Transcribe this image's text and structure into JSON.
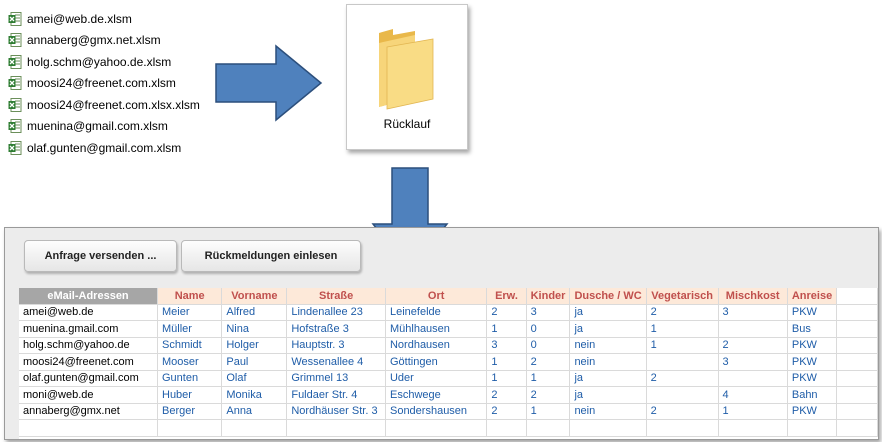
{
  "files": [
    "amei@web.de.xlsm",
    "annaberg@gmx.net.xlsm",
    "holg.schm@yahoo.de.xlsm",
    "moosi24@freenet.com.xlsm",
    "moosi24@freenet.com.xlsx.xlsm",
    "muenina@gmail.com.xlsm",
    "olaf.gunten@gmail.com.xlsm"
  ],
  "folder": {
    "label": "Rücklauf"
  },
  "buttons": {
    "send": "Anfrage versenden ...",
    "read": "Rückmeldungen einlesen"
  },
  "table": {
    "headers": [
      "eMail-Adressen",
      "Name",
      "Vorname",
      "Straße",
      "Ort",
      "Erw.",
      "Kinder",
      "Dusche / WC",
      "Vegetarisch",
      "Mischkost",
      "Anreise"
    ],
    "rows": [
      [
        "amei@web.de",
        "Meier",
        "Alfred",
        "Lindenallee 23",
        "Leinefelde",
        "2",
        "3",
        "ja",
        "2",
        "3",
        "PKW"
      ],
      [
        "muenina.gmail.com",
        "Müller",
        "Nina",
        "Hofstraße 3",
        "Mühlhausen",
        "1",
        "0",
        "ja",
        "1",
        "",
        "Bus"
      ],
      [
        "holg.schm@yahoo.de",
        "Schmidt",
        "Holger",
        "Hauptstr. 3",
        "Nordhausen",
        "3",
        "0",
        "nein",
        "1",
        "2",
        "PKW"
      ],
      [
        "moosi24@freenet.com",
        "Mooser",
        "Paul",
        "Wessenallee 4",
        "Göttingen",
        "1",
        "2",
        "nein",
        "",
        "3",
        "PKW"
      ],
      [
        "olaf.gunten@gmail.com",
        "Gunten",
        "Olaf",
        "Grimmel 13",
        "Uder",
        "1",
        "1",
        "ja",
        "2",
        "",
        "PKW"
      ],
      [
        "moni@web.de",
        "Huber",
        "Monika",
        "Fuldaer Str. 4",
        "Eschwege",
        "2",
        "2",
        "ja",
        "",
        "4",
        "Bahn"
      ],
      [
        "annaberg@gmx.net",
        "Berger",
        "Anna",
        "Nordhäuser Str. 3",
        "Sondershausen",
        "2",
        "1",
        "nein",
        "2",
        "1",
        "PKW"
      ]
    ]
  },
  "colors": {
    "arrow": "#4f81bd",
    "header_bg": "#fde9d9",
    "header_text": "#c0504d",
    "cell_text": "#1f5da8"
  },
  "icons": {
    "file": "excel-file-icon",
    "folder": "folder-icon"
  }
}
